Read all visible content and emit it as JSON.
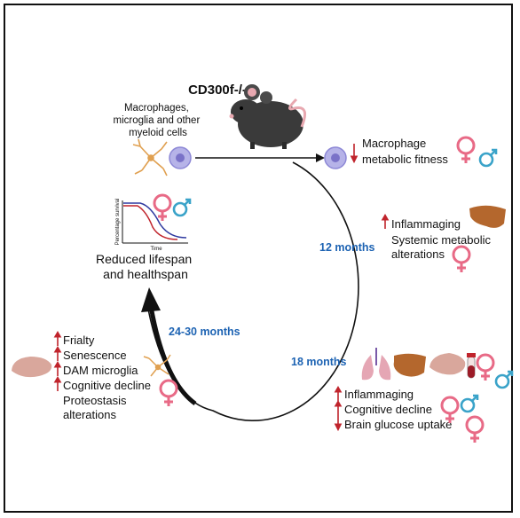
{
  "colors": {
    "female_symbol": "#e86a86",
    "male_symbol": "#3aa3c9",
    "arrow_up_down": "#c0242c",
    "time_label": "#1d63b3",
    "orange_tissue": "#b4672d",
    "brain": "#d9a79c",
    "lung": "#e5a6b4"
  },
  "mouse": {
    "genotype": "CD300f-/-",
    "icon": "black-mouse-icon"
  },
  "cells": {
    "lines": [
      "Macrophages,",
      "microglia and other",
      "myeloid cells"
    ]
  },
  "macrophage": {
    "lines": [
      "Macrophage",
      "metabolic fitness"
    ],
    "direction": "down"
  },
  "month12": {
    "label": "12 months",
    "line1": "Inflammaging",
    "line2": "Systemic metabolic",
    "line3": "alterations"
  },
  "month18": {
    "label": "18 months",
    "items": [
      "Inflammaging",
      "Cognitive decline",
      "Brain glucose uptake"
    ],
    "directions": [
      "up",
      "up",
      "down"
    ]
  },
  "month24": {
    "label": "24-30 months",
    "items": [
      "Frialty",
      "Senescence",
      "DAM microglia",
      "Cognitive decline",
      "Proteostasis",
      "alterations"
    ]
  },
  "survival": {
    "ylabel": "Percentage survival",
    "xlabel": "Time",
    "outcome_lines": [
      "Reduced lifespan",
      "and healthspan"
    ]
  }
}
